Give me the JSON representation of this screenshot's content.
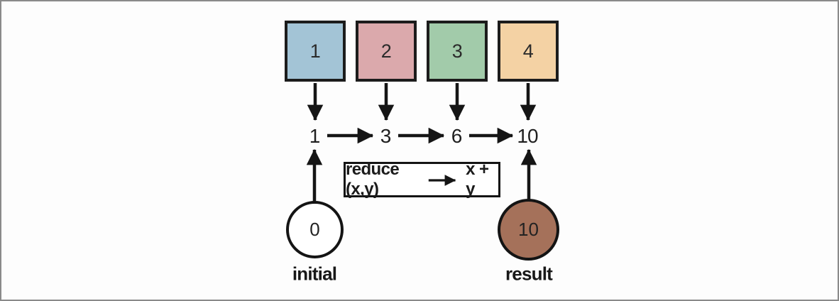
{
  "diagram": {
    "title_semantic": "reduce operation flow diagram",
    "input_boxes": [
      {
        "value": "1",
        "color": "#a3c4d6"
      },
      {
        "value": "2",
        "color": "#dba9ac"
      },
      {
        "value": "3",
        "color": "#a2cbaa"
      },
      {
        "value": "4",
        "color": "#f4d2a4"
      }
    ],
    "accumulator_values": [
      "1",
      "3",
      "6",
      "10"
    ],
    "operation": {
      "function_label": "reduce (x,y)",
      "result_expression": "x + y"
    },
    "initial": {
      "value": "0",
      "label": "initial",
      "fill": "#ffffff"
    },
    "result": {
      "value": "10",
      "label": "result",
      "fill": "#a5715a"
    },
    "colors": {
      "stroke": "#151515",
      "frame_border": "#8a8a8a",
      "background": "#fdfdfd"
    }
  }
}
